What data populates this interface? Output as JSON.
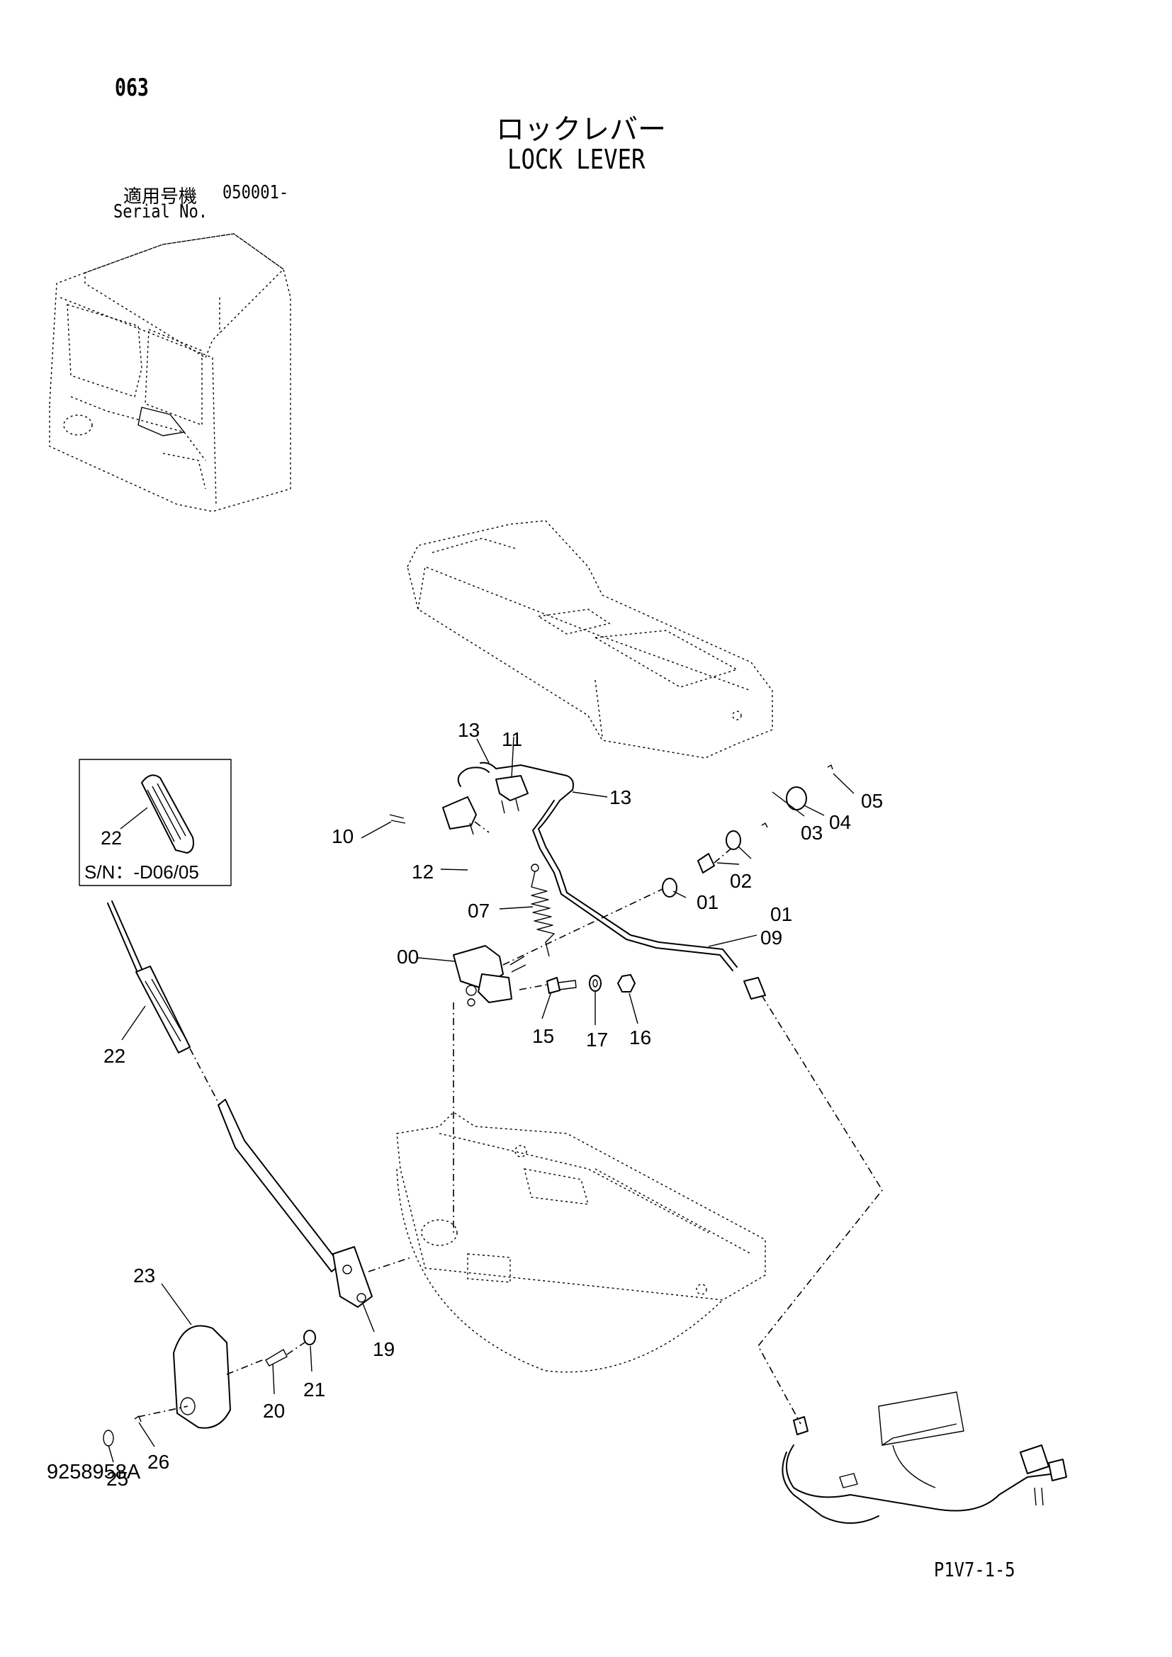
{
  "header": {
    "page_number": "063",
    "title_ja": "ロックレバー",
    "title_en": "LOCK LEVER",
    "serial_label_ja": "適用号機",
    "serial_range": "050001-",
    "serial_label_en": "Serial No."
  },
  "inset": {
    "part_number": "22",
    "serial_note": "S/N：-D06/05"
  },
  "callouts": [
    "00",
    "01",
    "01",
    "02",
    "03",
    "04",
    "05",
    "07",
    "09",
    "10",
    "11",
    "12",
    "13",
    "13",
    "15",
    "16",
    "17",
    "19",
    "20",
    "21",
    "22",
    "23",
    "25",
    "26"
  ],
  "footer": {
    "drawing_number": "9258958A",
    "page_code": "P1V7-1-5"
  }
}
